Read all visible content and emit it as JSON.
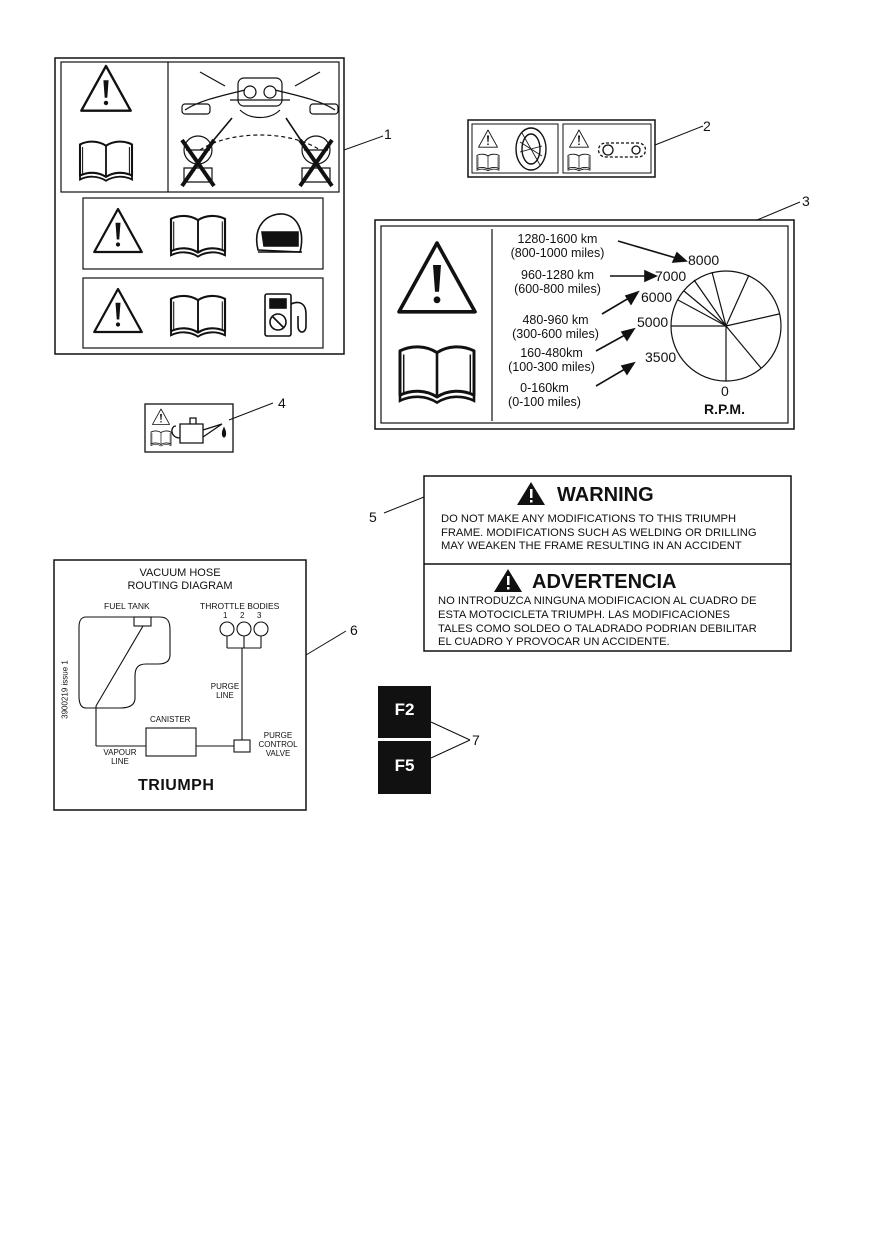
{
  "callouts": {
    "c1": "1",
    "c2": "2",
    "c3": "3",
    "c4": "4",
    "c5": "5",
    "c6": "6",
    "c7": "7"
  },
  "label3": {
    "ranges": [
      {
        "km": "1280-1600 km",
        "miles": "(800-1000 miles)",
        "rpm": "8000"
      },
      {
        "km": "960-1280 km",
        "miles": "(600-800 miles)",
        "rpm": "7000"
      },
      {
        "km": "480-960 km",
        "miles": "(300-600 miles)",
        "rpm": "6000"
      },
      {
        "km": "160-480km",
        "miles": "(100-300 miles)",
        "rpm": "5000"
      },
      {
        "km": "0-160km",
        "miles": "(0-100 miles)",
        "rpm": "3500"
      }
    ],
    "zero": "0",
    "unit": "R.P.M."
  },
  "label5": {
    "warning_title": "WARNING",
    "warning_lines": [
      "DO  NOT MAKE ANY MODIFICATIONS TO THIS TRIUMPH",
      "FRAME.  MODIFICATIONS SUCH AS WELDING OR DRILLING",
      "MAY WEAKEN THE FRAME RESULTING IN AN ACCIDENT"
    ],
    "advert_title": "ADVERTENCIA",
    "advert_lines": [
      "NO INTRODUZCA NINGUNA MODIFICACION AL CUADRO DE",
      "ESTA MOTOCICLETA TRIUMPH.  LAS MODIFICACIONES",
      "TALES COMO SOLDEO O TALADRADO PODRIAN DEBILITAR",
      "EL CUADRO Y PROVOCAR UN ACCIDENTE."
    ]
  },
  "label6": {
    "title1": "VACUUM HOSE",
    "title2": "ROUTING DIAGRAM",
    "fuel_tank": "FUEL TANK",
    "throttle_bodies": "THROTTLE BODIES",
    "tb_numbers": [
      "1",
      "2",
      "3"
    ],
    "purge_line1": "PURGE",
    "purge_line2": "LINE",
    "canister": "CANISTER",
    "purge_valve1": "PURGE",
    "purge_valve2": "CONTROL",
    "purge_valve3": "VALVE",
    "vapour1": "VAPOUR",
    "vapour2": "LINE",
    "issue": "3900219 issue 1",
    "brand": "TRIUMPH"
  },
  "label7": {
    "top": "F2",
    "bottom": "F5"
  },
  "icons": [
    "warning-triangle-icon",
    "book-icon",
    "helmet-icon",
    "fuel-pump-icon",
    "tyre-icon",
    "chain-icon",
    "oil-can-icon",
    "handlebar-icon"
  ]
}
